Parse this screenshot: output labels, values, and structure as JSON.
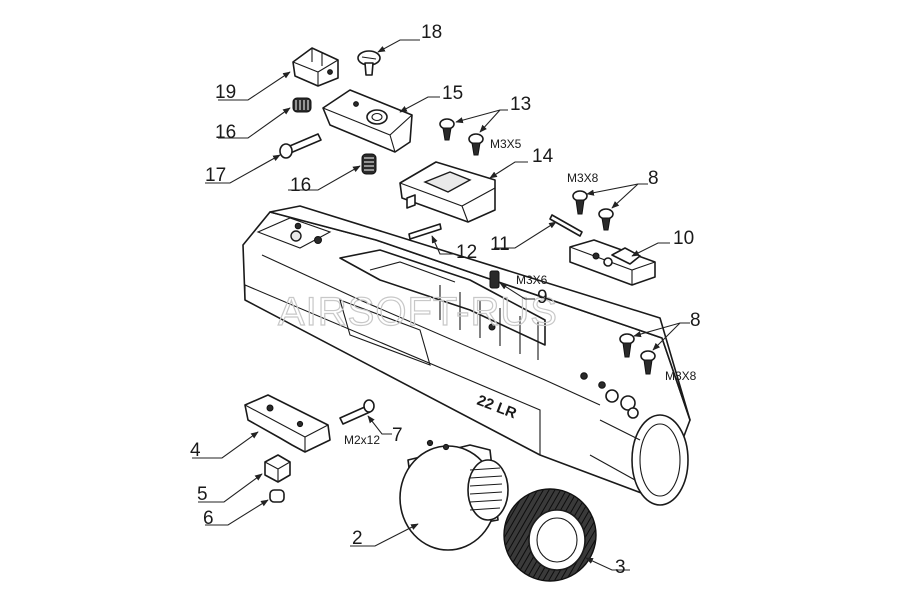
{
  "watermark": "AIRSOFT-RUS",
  "engraving": "22 LR",
  "callouts": {
    "p2": "2",
    "p3": "3",
    "p4": "4",
    "p5": "5",
    "p6": "6",
    "p7": "7",
    "p8a": "8",
    "p8b": "8",
    "p9": "9",
    "p10": "10",
    "p11": "11",
    "p12": "12",
    "p13": "13",
    "p14": "14",
    "p15": "15",
    "p16a": "16",
    "p16b": "16",
    "p17": "17",
    "p18": "18",
    "p19": "19"
  },
  "specs": {
    "m2x12": "M2x12",
    "m3x5": "M3X5",
    "m3x8_top": "M3X8",
    "m3x8_bottom": "M3X8",
    "m3x6": "M3X6"
  }
}
